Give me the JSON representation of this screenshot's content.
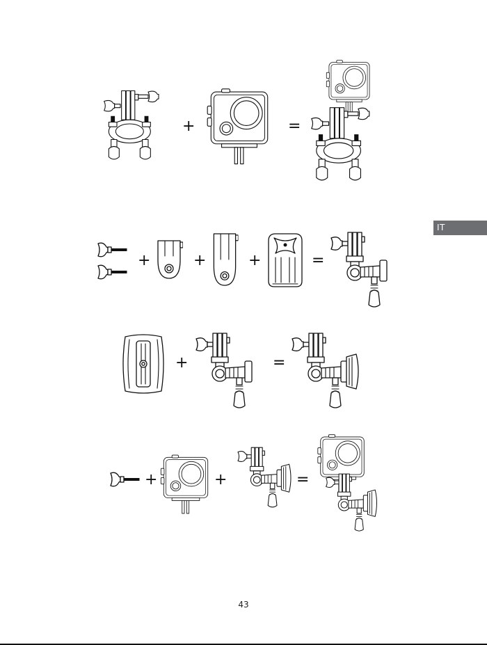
{
  "side_tab": {
    "label": "IT"
  },
  "page_number": "43",
  "operators": {
    "plus": "+",
    "equals": "="
  },
  "rows": [
    {
      "name": "handlebar-mount-assembly",
      "parts": [
        "handlebar-mount",
        "waterproof-housing"
      ],
      "result": "housing-on-handlebar-mount"
    },
    {
      "name": "pivot-arm-assembly",
      "parts": [
        "thumb-screws",
        "short-pivot-arm",
        "long-pivot-arm",
        "buckle-mount"
      ],
      "result": "assembled-pivot-arm"
    },
    {
      "name": "adhesive-mount-assembly",
      "parts": [
        "curved-adhesive-mount",
        "assembled-pivot-arm"
      ],
      "result": "pivot-arm-on-adhesive-mount"
    },
    {
      "name": "final-assembly",
      "parts": [
        "thumb-screw",
        "waterproof-housing",
        "pivot-arm-on-adhesive-mount"
      ],
      "result": "housing-on-adhesive-mount"
    }
  ]
}
